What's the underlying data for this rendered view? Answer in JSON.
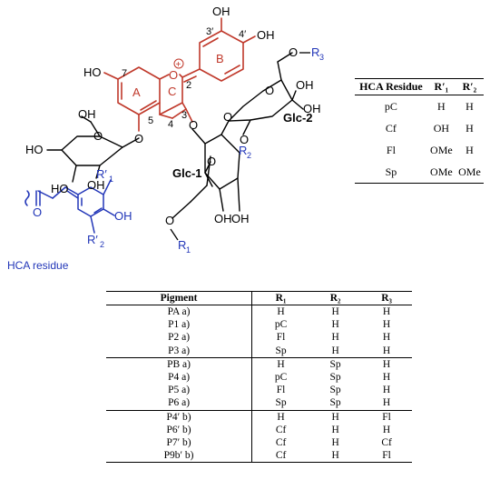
{
  "structure": {
    "atom_labels": {
      "oh_top": "OH",
      "oh_4p": "OH",
      "pos_3p": "3′",
      "pos_4p": "4′",
      "ring_b": "B",
      "pos_2": "2",
      "ring_c": "C",
      "ring_a": "A",
      "ho_7": "HO",
      "pos_7": "7",
      "pos_5": "5",
      "pos_4": "4",
      "pos_3": "3",
      "o_plus": "O",
      "plus": "+",
      "o_r3": "O",
      "r3": "R",
      "r3_sub": "3",
      "glc2": "Glc-2",
      "glc1": "Glc-1",
      "r2": "R",
      "r2_sub": "2",
      "r1": "R",
      "r1_sub": "1",
      "hca_r1": "R′",
      "hca_r1_sub": "1",
      "hca_r2": "R′",
      "hca_r2_sub": "2",
      "hca_oh": "OH",
      "hca_o": "O",
      "hca_residue": "HCA residue",
      "oh": "OH",
      "ho": "HO",
      "o": "O"
    }
  },
  "hca_table": {
    "headers": [
      "HCA Residue",
      "R′₁",
      "R′₂"
    ],
    "rows": [
      [
        "pC",
        "H",
        "H"
      ],
      [
        "Cf",
        "OH",
        "H"
      ],
      [
        "Fl",
        "OMe",
        "H"
      ],
      [
        "Sp",
        "OMe",
        "OMe"
      ]
    ]
  },
  "pigment_table": {
    "headers": [
      "Pigment",
      "R₁",
      "R₂",
      "R₃"
    ],
    "rows": [
      [
        "PA a)",
        "H",
        "H",
        "H"
      ],
      [
        "P1 a)",
        "pC",
        "H",
        "H"
      ],
      [
        "P2 a)",
        "Fl",
        "H",
        "H"
      ],
      [
        "P3 a)",
        "Sp",
        "H",
        "H"
      ],
      [
        "PB a)",
        "H",
        "Sp",
        "H"
      ],
      [
        "P4 a)",
        "pC",
        "Sp",
        "H"
      ],
      [
        "P5 a)",
        "Fl",
        "Sp",
        "H"
      ],
      [
        "P6 a)",
        "Sp",
        "Sp",
        "H"
      ],
      [
        "P4′ b)",
        "H",
        "H",
        "Fl"
      ],
      [
        "P6′ b)",
        "Cf",
        "H",
        "H"
      ],
      [
        "P7′ b)",
        "Cf",
        "H",
        "Cf"
      ],
      [
        "P9b′ b)",
        "Cf",
        "H",
        "Fl"
      ]
    ],
    "group_starts": [
      4,
      8
    ]
  },
  "colors": {
    "chromophore": "#c0392b",
    "hca": "#2236b8",
    "ink": "#000000"
  }
}
